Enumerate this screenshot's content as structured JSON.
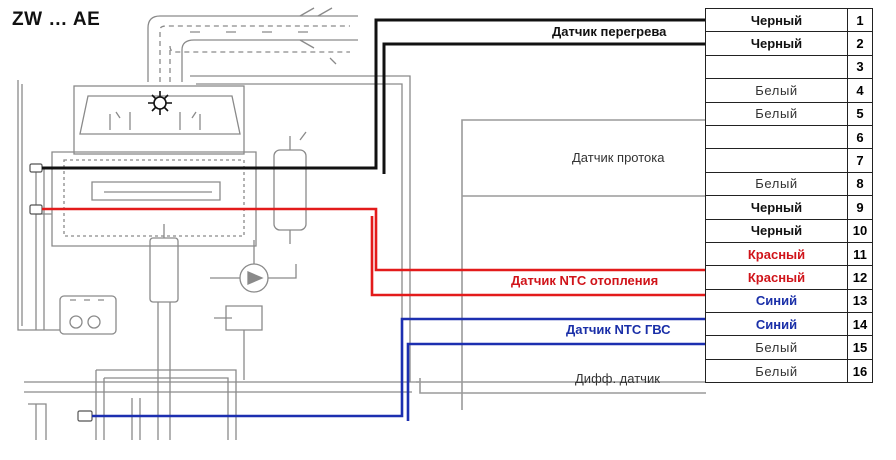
{
  "model_title": "ZW … AE",
  "colors": {
    "black_wire": "#111111",
    "red_wire": "#e31b1b",
    "blue_wire": "#1c2fb0",
    "gray_wire": "#9a9a9a",
    "red_text": "#d0141a",
    "blue_text": "#1a2fa8"
  },
  "sensors": {
    "overheat": "Датчик перегрева",
    "flow": "Датчик протока",
    "ntc_heating": "Датчик NTC отопления",
    "ntc_dhw": "Датчик NTC ГВС",
    "diff": "Дифф. датчик"
  },
  "terminals": [
    {
      "num": "1",
      "color": "Черный",
      "style": "black"
    },
    {
      "num": "2",
      "color": "Черный",
      "style": "black"
    },
    {
      "num": "3",
      "color": "",
      "style": "none"
    },
    {
      "num": "4",
      "color": "Белый",
      "style": "white"
    },
    {
      "num": "5",
      "color": "Белый",
      "style": "white"
    },
    {
      "num": "6",
      "color": "",
      "style": "none"
    },
    {
      "num": "7",
      "color": "",
      "style": "none"
    },
    {
      "num": "8",
      "color": "Белый",
      "style": "white"
    },
    {
      "num": "9",
      "color": "Черный",
      "style": "black"
    },
    {
      "num": "10",
      "color": "Черный",
      "style": "black"
    },
    {
      "num": "11",
      "color": "Красный",
      "style": "red"
    },
    {
      "num": "12",
      "color": "Красный",
      "style": "red"
    },
    {
      "num": "13",
      "color": "Синий",
      "style": "blue"
    },
    {
      "num": "14",
      "color": "Синий",
      "style": "blue"
    },
    {
      "num": "15",
      "color": "Белый",
      "style": "white"
    },
    {
      "num": "16",
      "color": "Белый",
      "style": "white"
    }
  ]
}
